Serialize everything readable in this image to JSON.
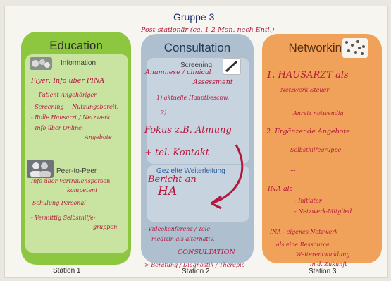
{
  "title": "Gruppe 3",
  "columns": {
    "education": {
      "heading": "Education",
      "info_label": "Information",
      "peer_label": "Peer-to-Peer",
      "station": "Station 1"
    },
    "consultation": {
      "heading": "Consultation",
      "screening_label": "Screening",
      "weiter_label": "Gezielte Weiterleitung",
      "station": "Station 2"
    },
    "networking": {
      "heading": "Networking",
      "station": "Station 3"
    }
  },
  "notes": {
    "top": "Post-stationär (ca. 1-2 Mon. nach Entl.)",
    "edu_1": "Flyer: Info über PINA",
    "edu_2": "Patient Angehöriger",
    "edu_3": "- Screening + Nutzungsbereit.",
    "edu_4": "- Rolle Hausarzt / Netzwerk",
    "edu_5": "- Info über Online-",
    "edu_6": "Angebote",
    "edu_7": "Info über Vertrauensperson",
    "edu_8": "kompetent",
    "edu_9": "Schulung Personal",
    "edu_10": "- Vermittlg Selbsthilfe-",
    "edu_11": "gruppen",
    "con_1": "Anamnese / clinical",
    "con_2": "Assessment",
    "con_3": "1) aktuelle Hauptbeschw.",
    "con_4": "2) . . . .",
    "con_5": "Fokus z.B. Atmung",
    "con_6": "+ tel. Kontakt",
    "con_7": "Bericht an",
    "con_8": "HA",
    "con_9": "- Videokonferenz / Tele-",
    "con_10": "medizin als alternativ.",
    "con_11": "CONSULTATION",
    "con_12": "> Beratung / Diagnostik / Therapie",
    "net_1": "1. HAUSARZT als",
    "net_2": "Netzwerk-Steuer",
    "net_3": "Anreiz notwendig",
    "net_4": "2. Ergänzende Angebote",
    "net_5": "Selbsthilfegruppe",
    "net_6": "...",
    "net_7": "INA als",
    "net_8": "- Initiator",
    "net_9": "- Netzwerk-Mitglied",
    "net_10": "INA - eigenes Netzwerk",
    "net_11": "als eine Ressource",
    "net_12": "Weiterentwicklung",
    "net_13": "in d. Zukunft"
  },
  "colors": {
    "education": "#8dc63f",
    "consultation": "#aebfcf",
    "networking": "#f0a15a",
    "ink": "#b5163b"
  }
}
